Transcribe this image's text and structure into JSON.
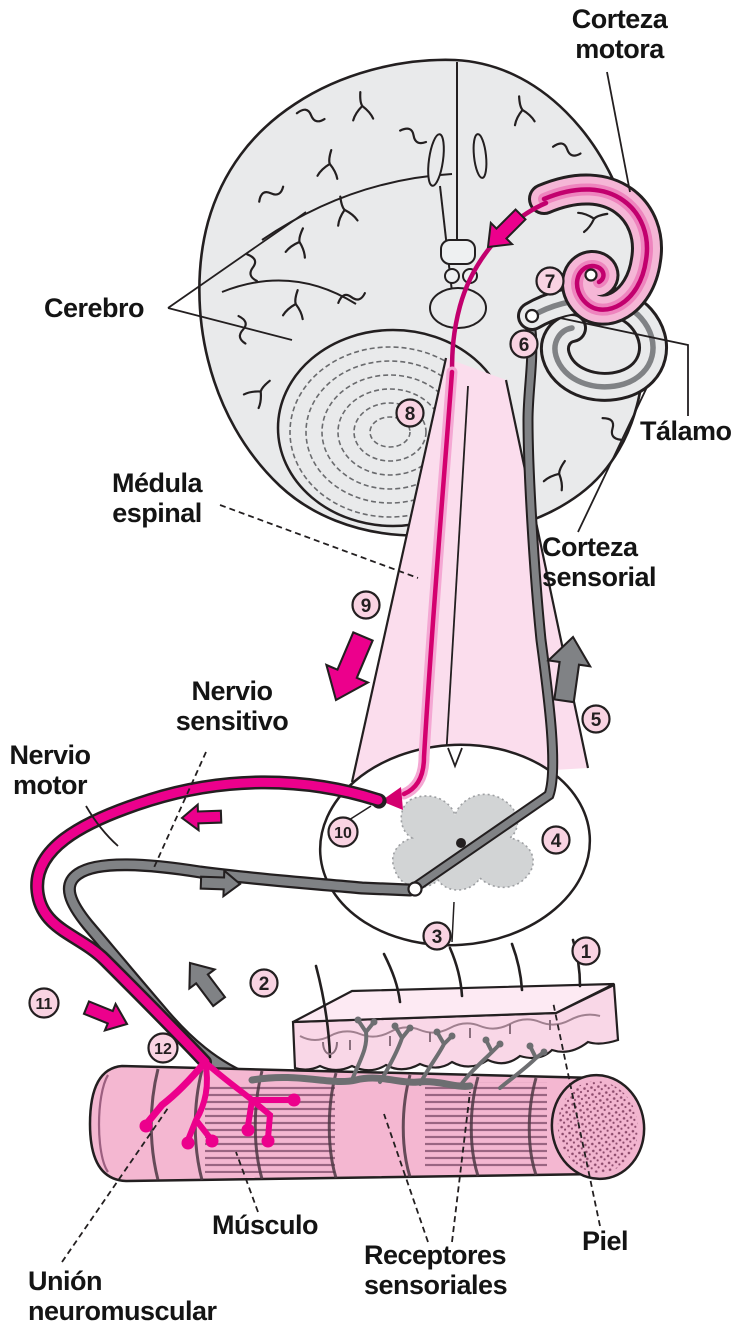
{
  "figure": {
    "labels": {
      "corteza_motora": "Corteza motora",
      "cerebro": "Cerebro",
      "talamo": "Tálamo",
      "medula_espinal": "Médula espinal",
      "corteza_sensorial": "Corteza sensorial",
      "nervio_sensitivo": "Nervio sensitivo",
      "nervio_motor": "Nervio motor",
      "musculo": "Músculo",
      "union_neuromuscular": "Unión neuromuscular",
      "receptores_sensoriales": "Receptores sensoriales",
      "piel": "Piel"
    },
    "steps": [
      "1",
      "2",
      "3",
      "4",
      "5",
      "6",
      "7",
      "8",
      "9",
      "10",
      "11",
      "12"
    ],
    "colors": {
      "motor_pathway_pink": "#EC008C",
      "motor_tract_dark_pink": "#D4006F",
      "sensory_pathway_gray": "#808285",
      "step_badge_fill": "#F9D3E2",
      "tissue_light_pink": "#FBDDED",
      "brain_gray": "#E9EAEB",
      "outline_black": "#231F20"
    }
  }
}
